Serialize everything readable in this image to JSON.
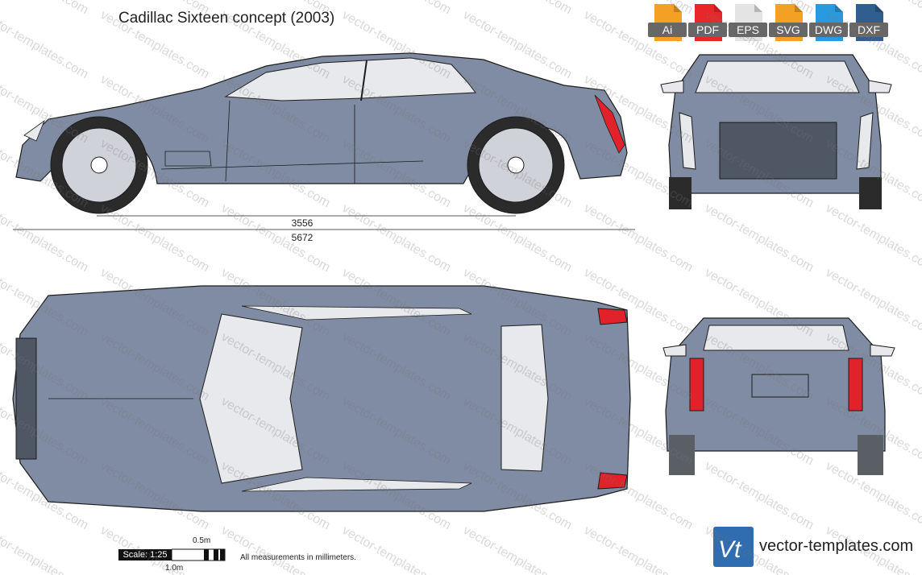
{
  "title": "Cadillac Sixteen concept (2003)",
  "formats": [
    {
      "label": "Ai",
      "color": "#f4a024"
    },
    {
      "label": "PDF",
      "color": "#e8272a"
    },
    {
      "label": "EPS",
      "color": "#e4e4e4"
    },
    {
      "label": "SVG",
      "color": "#f4a024"
    },
    {
      "label": "DWG",
      "color": "#2a9ae0"
    },
    {
      "label": "DXF",
      "color": "#2f5e8f"
    }
  ],
  "dimensions": {
    "wheelbase": "3556",
    "length": "5672"
  },
  "scale": {
    "label": "Scale: 1:25",
    "half_meter": "0.5m",
    "one_meter": "1.0m"
  },
  "note": "All measurements in millimeters.",
  "brand": {
    "name": "vector-templates.com",
    "mark": "Vt"
  },
  "watermark": "vector-templates.com",
  "colors": {
    "body": "#7f8ca3",
    "outline": "#1c1c1c",
    "glass": "#e8e9ec",
    "light": "#e1222a",
    "brand": "#2f6db0"
  }
}
